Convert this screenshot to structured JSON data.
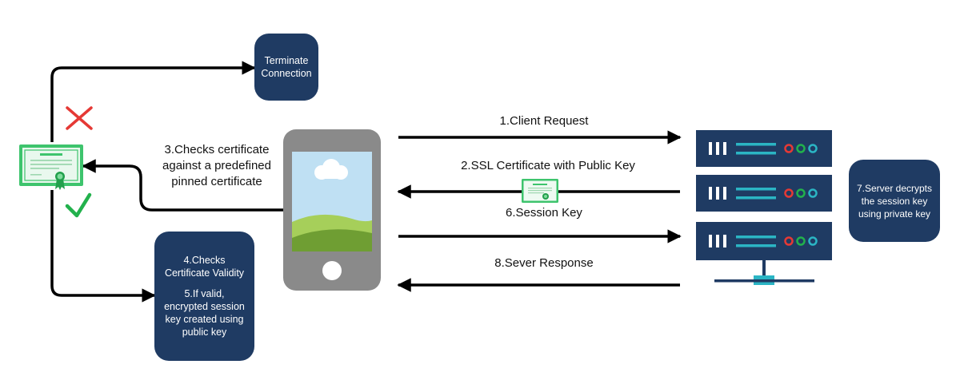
{
  "terminate_box": {
    "line1": "Terminate",
    "line2": "Connection"
  },
  "checks_box": {
    "title_line1": "4.Checks",
    "title_line2": "Certificate Validity",
    "body_line1": "5.If valid,",
    "body_line2": "encrypted session",
    "body_line3": "key created using",
    "body_line4": "public key"
  },
  "pinned_label": {
    "line1": "3.Checks certificate",
    "line2": "against a predefined",
    "line3": "pinned certificate"
  },
  "arrows": {
    "client_request": "1.Client Request",
    "ssl_certificate": "2.SSL Certificate with Public Key",
    "session_key": "6.Session Key",
    "server_response": "8.Sever Response"
  },
  "server_box": {
    "line1": "7.Server decrypts",
    "line2": "the session key",
    "line3": "using private key"
  },
  "icons": {
    "fail": "red-cross-icon",
    "pass": "green-check-icon",
    "certificate": "certificate-icon",
    "phone": "smartphone-icon",
    "server": "server-rack-icon"
  },
  "colors": {
    "box": "#1f3b63",
    "server": "#1f3b63",
    "accent_teal": "#2bb5c4",
    "fail_red": "#e53935",
    "pass_green": "#22b14c"
  }
}
